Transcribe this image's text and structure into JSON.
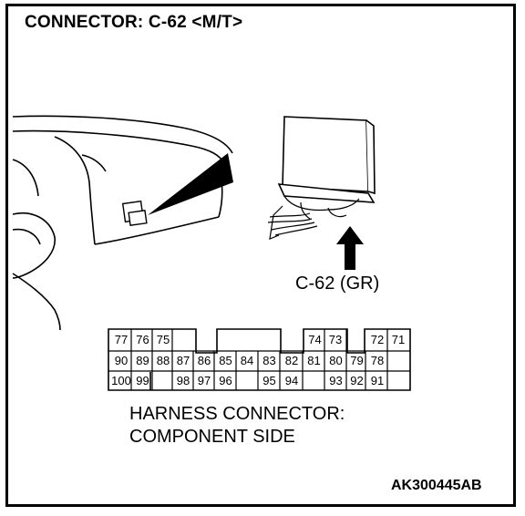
{
  "title": "CONNECTOR: C-62 <M/T>",
  "connector_label": "C-62 (GR)",
  "harness_line1": "HARNESS CONNECTOR:",
  "harness_line2": "COMPONENT SIDE",
  "figure_code": "AK300445AB",
  "pins": {
    "row1": [
      "77",
      "76",
      "75",
      "",
      "",
      "",
      "",
      "",
      "",
      "74",
      "73",
      "",
      "72",
      "71"
    ],
    "row2": [
      "90",
      "89",
      "88",
      "87",
      "86",
      "85",
      "84",
      "83",
      "82",
      "81",
      "80",
      "79",
      "78"
    ],
    "row3": [
      "100",
      "99",
      "",
      "98",
      "97",
      "96",
      "",
      "95",
      "94",
      "",
      "93",
      "92",
      "91"
    ]
  }
}
